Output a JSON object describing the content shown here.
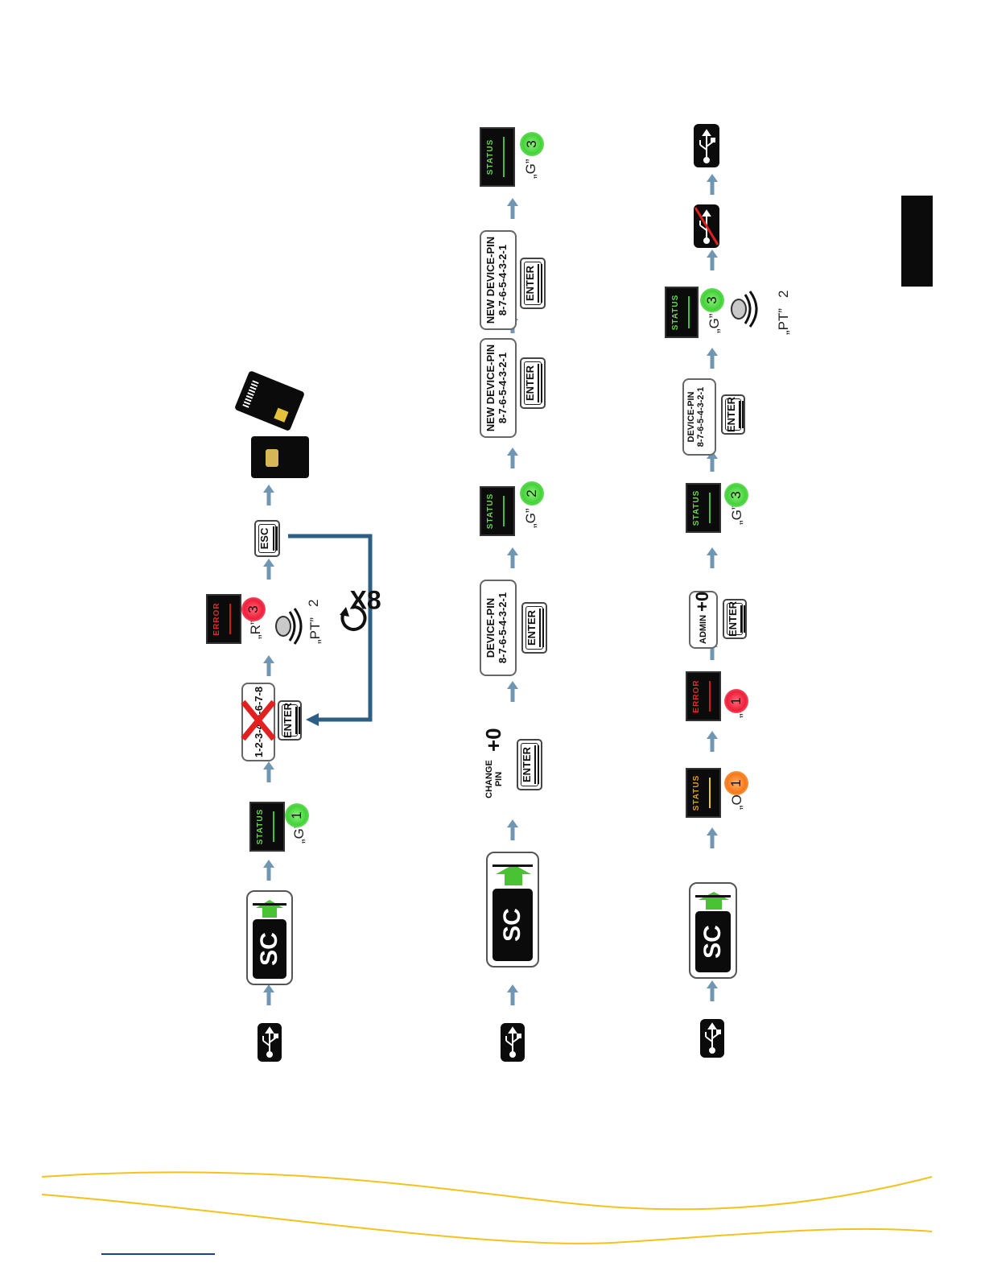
{
  "labels": {
    "g": "„G”",
    "r": "„R”",
    "o": "„O”",
    "pt": "„PT”"
  },
  "badges": {
    "n1": "1",
    "n2": "2",
    "n3": "3"
  },
  "pt_count": "2",
  "display": {
    "status": "STATUS",
    "error": "ERROR"
  },
  "sc_label": "SC",
  "keys": {
    "enter": "ENTER",
    "esc": "ESC",
    "plus0": "+0",
    "change_pin": "CHANGE PIN",
    "admin": "ADMIN"
  },
  "pins": {
    "wrong_pin": "1-2-3-4-5-6-7-8",
    "device_pin_label": "DEVICE-PIN",
    "new_device_pin_label": "NEW DEVICE-PIN",
    "pin_value": "8-7-6-5-4-3-2-1"
  },
  "repeat": "X8",
  "colors": {
    "arrow": "#6f97b4",
    "loop_line": "#2d5e86",
    "ok_green": "#44d23a",
    "error_red": "#ef1f3a",
    "warn_orange": "#f57a1a",
    "wave_yellow": "#f4c21d",
    "link_blue": "#1e3ca8"
  }
}
